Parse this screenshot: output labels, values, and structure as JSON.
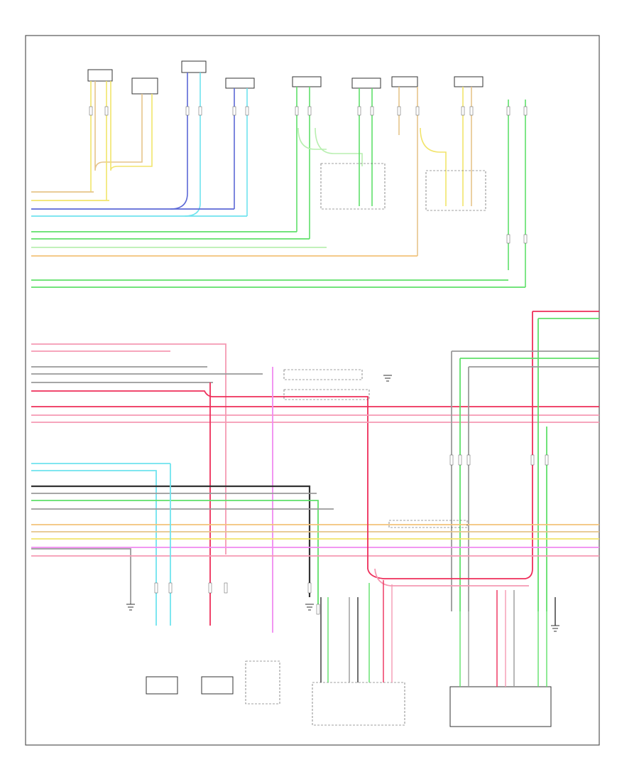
{
  "diagram": {
    "page_label": "",
    "colors": {
      "yellow": "#f2e46b",
      "tan": "#e6c48a",
      "blue": "#5b68d6",
      "light_blue": "#6fe3ee",
      "green": "#5fe06a",
      "light_green": "#b8efb0",
      "gray": "#9a9a9a",
      "red": "#ee2e5a",
      "pink": "#f59ab3",
      "magenta": "#f08af0",
      "black": "#333333",
      "orange": "#f3c27a"
    },
    "modules": [
      {
        "id": "m1",
        "label": ""
      },
      {
        "id": "m2",
        "label": ""
      },
      {
        "id": "m3",
        "label": ""
      },
      {
        "id": "m4",
        "label": ""
      },
      {
        "id": "m5",
        "label": ""
      },
      {
        "id": "m6",
        "label": ""
      },
      {
        "id": "m7",
        "label": ""
      },
      {
        "id": "m8",
        "label": ""
      },
      {
        "id": "m9",
        "label": ""
      }
    ],
    "bottom_components": [
      {
        "id": "b1",
        "label": ""
      },
      {
        "id": "b2",
        "label": ""
      },
      {
        "id": "b3",
        "label": ""
      },
      {
        "id": "b4",
        "label": ""
      },
      {
        "id": "b5",
        "label": ""
      }
    ]
  }
}
